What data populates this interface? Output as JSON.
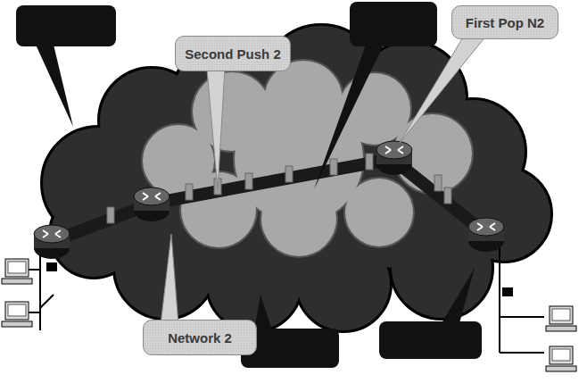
{
  "diagram": {
    "nodes": [
      {
        "text": [
          "Second Push 2"
        ]
      },
      {
        "text": [
          "First Pop N2"
        ]
      },
      {
        "text": [
          "Network 2"
        ]
      }
    ]
  }
}
